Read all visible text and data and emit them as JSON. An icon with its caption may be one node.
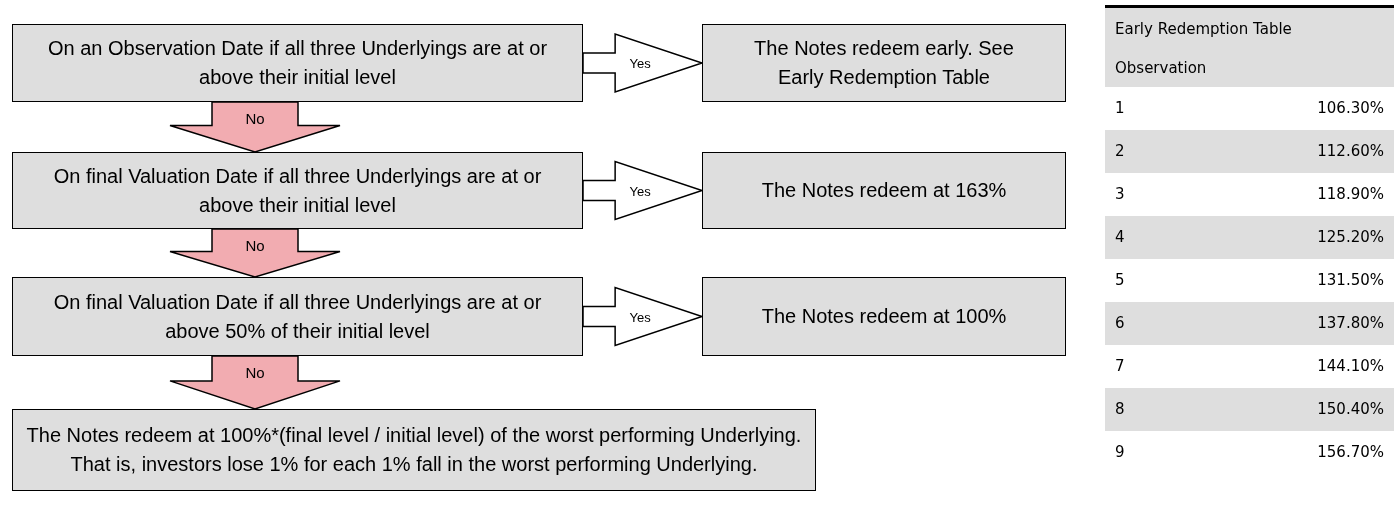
{
  "diagram": {
    "nodes": [
      {
        "text": [
          "On an Observation Date if all three Underlyings are at or above their initial level"
        ]
      },
      {
        "text": [
          "The Notes redeem early. See Early Redemption Table"
        ]
      },
      {
        "text": [
          "On final Valuation Date if all three Underlyings are at or above their initial level"
        ]
      },
      {
        "text": [
          "The Notes redeem at 163%"
        ]
      },
      {
        "text": [
          "On final Valuation Date if all three Underlyings are at or above 50% of their initial level"
        ]
      },
      {
        "text": [
          "The Notes redeem at 100%"
        ]
      },
      {
        "text": [
          "The Notes redeem at 100%*(final level / initial level) of the worst performing Underlying. That is, investors lose 1% for each 1% fall in the worst performing Underlying."
        ]
      }
    ],
    "edges": [
      {
        "from": 0,
        "to": 1,
        "arrow": "to",
        "label": "Yes"
      },
      {
        "from": 0,
        "to": 2,
        "arrow": "to",
        "label": "No",
        "color": "#f2acb1"
      },
      {
        "from": 2,
        "to": 3,
        "arrow": "to",
        "label": "Yes"
      },
      {
        "from": 2,
        "to": 4,
        "arrow": "to",
        "label": "No",
        "color": "#f2acb1"
      },
      {
        "from": 4,
        "to": 5,
        "arrow": "to",
        "label": "Yes"
      },
      {
        "from": 4,
        "to": 6,
        "arrow": "to",
        "label": "No",
        "color": "#f2acb1"
      }
    ],
    "labels": [
      "Early Redemption Table",
      "Observation",
      "1",
      "106.30%",
      "2",
      "112.60%",
      "3",
      "118.90%",
      "4",
      "125.20%",
      "5",
      "131.50%",
      "6",
      "137.80%",
      "7",
      "144.10%",
      "8",
      "150.40%",
      "9",
      "156.70%"
    ]
  }
}
